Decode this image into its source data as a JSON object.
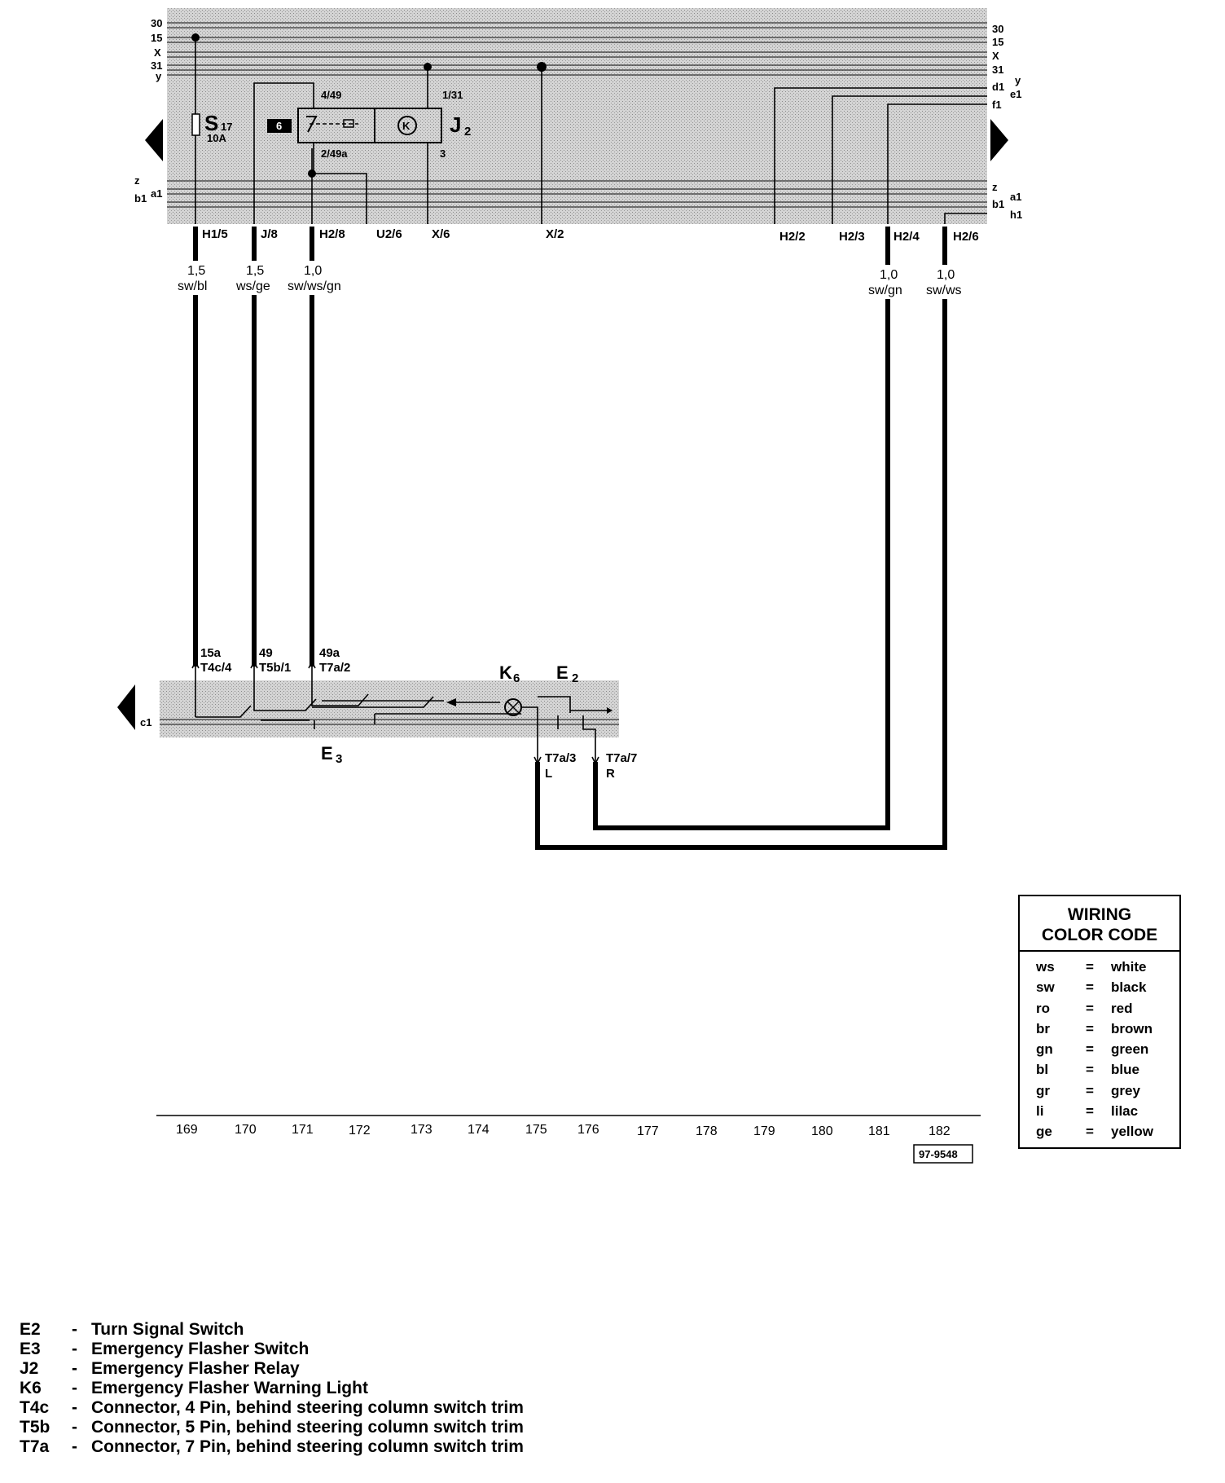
{
  "bus_labels_left": [
    "30",
    "15",
    "X",
    "31",
    "y"
  ],
  "bus_labels_right": [
    "30",
    "15",
    "X",
    "31",
    "y",
    "d1",
    "e1",
    "f1"
  ],
  "lower_bus_labels_left": [
    "z",
    "b1",
    "a1"
  ],
  "lower_bus_labels_right": [
    "z",
    "b1",
    "a1",
    "h1"
  ],
  "relay_panel": {
    "fuse_label": "S",
    "fuse_sub": "17",
    "fuse_rating": "10A",
    "relay_name": "J",
    "relay_sub": "2",
    "relay_symbol": "K",
    "relay_box_tag": "6",
    "pin_4": "4/49",
    "pin_1": "1/31",
    "pin_2": "2/49a",
    "pin_3": "3"
  },
  "connectors": [
    "H1/5",
    "J/8",
    "H2/8",
    "U2/6",
    "X/6",
    "X/2",
    "H2/2",
    "H2/3",
    "H2/4",
    "H2/6"
  ],
  "wires": [
    {
      "size": "1,5",
      "color": "sw/bl"
    },
    {
      "size": "1,5",
      "color": "ws/ge"
    },
    {
      "size": "1,0",
      "color": "sw/ws/gn"
    },
    {
      "size": "1,0",
      "color": "sw/gn"
    },
    {
      "size": "1,0",
      "color": "sw/ws"
    }
  ],
  "switch_panel": {
    "pin_a_top": "15a",
    "pin_a_bottom": "T4c/4",
    "pin_b_top": "49",
    "pin_b_bottom": "T5b/1",
    "pin_c_top": "49a",
    "pin_c_bottom": "T7a/2",
    "lamp_name": "K",
    "lamp_sub": "6",
    "switch_name": "E",
    "switch_sub": "2",
    "flasher_name": "E",
    "flasher_sub": "3",
    "bus_label": "c1",
    "out_left_top": "T7a/3",
    "out_left_bottom": "L",
    "out_right_top": "T7a/7",
    "out_right_bottom": "R"
  },
  "ruler": [
    "169",
    "170",
    "171",
    "172",
    "173",
    "174",
    "175",
    "176",
    "177",
    "178",
    "179",
    "180",
    "181",
    "182"
  ],
  "diagram_code": "97-9548",
  "color_code": {
    "title_line1": "WIRING",
    "title_line2": "COLOR CODE",
    "entries": [
      {
        "abbr": "ws",
        "name": "white"
      },
      {
        "abbr": "sw",
        "name": "black"
      },
      {
        "abbr": "ro",
        "name": "red"
      },
      {
        "abbr": "br",
        "name": "brown"
      },
      {
        "abbr": "gn",
        "name": "green"
      },
      {
        "abbr": "bl",
        "name": "blue"
      },
      {
        "abbr": "gr",
        "name": "grey"
      },
      {
        "abbr": "li",
        "name": "lilac"
      },
      {
        "abbr": "ge",
        "name": "yellow"
      }
    ]
  },
  "legend": [
    {
      "code": "E2",
      "desc": "Turn Signal Switch"
    },
    {
      "code": "E3",
      "desc": "Emergency Flasher Switch"
    },
    {
      "code": "J2",
      "desc": "Emergency Flasher Relay"
    },
    {
      "code": "K6",
      "desc": "Emergency Flasher Warning Light"
    },
    {
      "code": "T4c",
      "desc": "Connector, 4 Pin, behind steering column switch trim"
    },
    {
      "code": "T5b",
      "desc": "Connector, 5 Pin, behind steering column switch trim"
    },
    {
      "code": "T7a",
      "desc": "Connector, 7 Pin, behind steering column switch trim"
    }
  ]
}
